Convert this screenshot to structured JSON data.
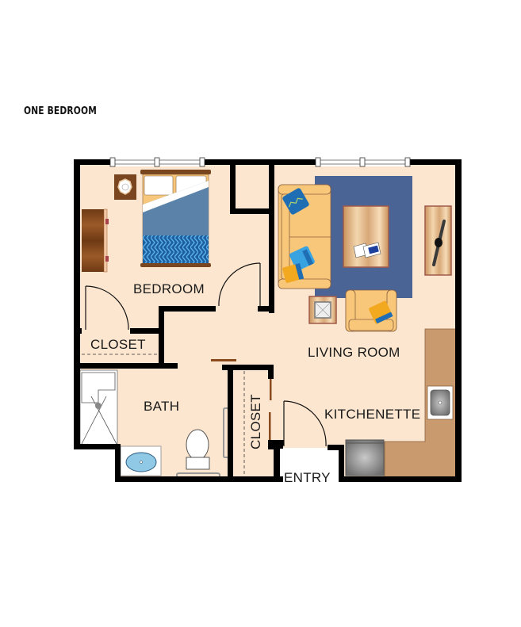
{
  "title": "ONE BEDROOM",
  "rooms": {
    "bedroom": "BEDROOM",
    "bedroom_closet": "CLOSET",
    "bath": "BATH",
    "hall_closet": "CLOSET",
    "living_room": "LIVING ROOM",
    "kitchenette": "KITCHENETTE",
    "entry": "ENTRY"
  },
  "furniture": [
    "bed-icon",
    "nightstand-lamp-icon",
    "dresser-icon",
    "sofa-icon",
    "pillow-icon",
    "area-rug-icon",
    "coffee-table-icon",
    "magazines-icon",
    "tv-stand-icon",
    "tv-icon",
    "armchair-icon",
    "end-table-lamp-icon",
    "shower-icon",
    "sink-icon",
    "toilet-icon",
    "kitchen-sink-icon",
    "refrigerator-icon",
    "window-icon",
    "door-swing-icon"
  ],
  "colors": {
    "floor": "#fde6cf",
    "wall": "#000000",
    "rug": "#4a6496",
    "sofa": "#f9c77a",
    "counter": "#c99a6e",
    "bed_blanket": "#5b82a8",
    "bed_throw": "#1d5fa0",
    "wood": "#7a4620"
  }
}
